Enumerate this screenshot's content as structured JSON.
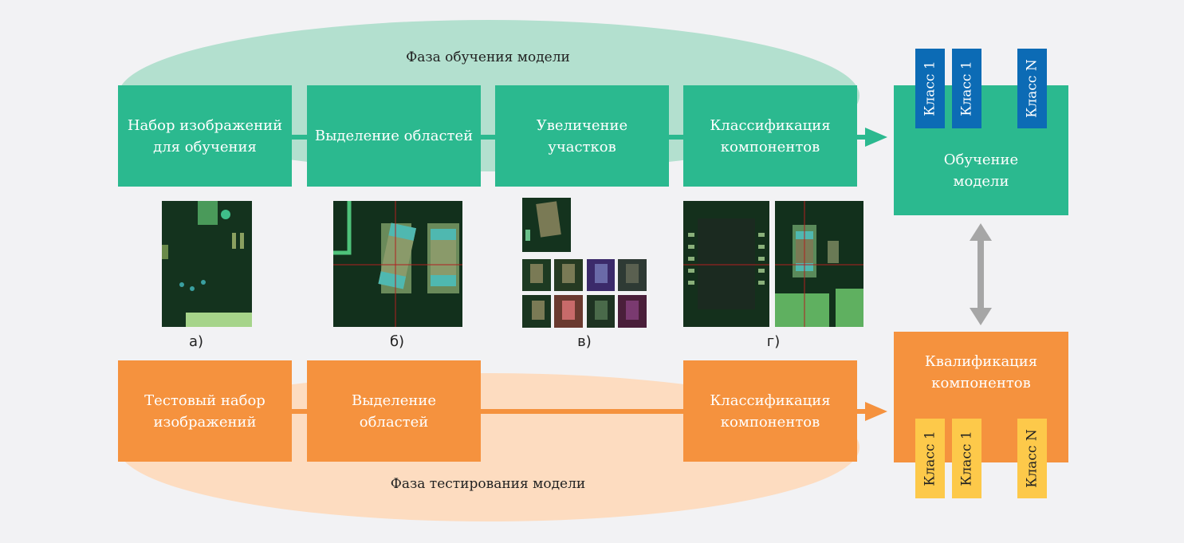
{
  "colors": {
    "train": "#2bb98f",
    "train_phase": "#b3e0cf",
    "test": "#f5923e",
    "test_phase": "#fddcc0",
    "class_train": "#0c6bb5",
    "class_test": "#fdc94a",
    "link": "#a6a6a6"
  },
  "training": {
    "phase_label": "Фаза обучения модели",
    "steps": [
      "Набор изображений для обучения",
      "Выделение областей",
      "Увеличение участков",
      "Классификация компонентов"
    ],
    "result": "Обучение модели",
    "classes": [
      "Класс 1",
      "Класс 1",
      "Класс N"
    ]
  },
  "testing": {
    "phase_label": "Фаза тестирования модели",
    "steps": [
      "Тестовый набор изображений",
      "Выделение областей",
      "Классификация компонентов"
    ],
    "result": "Квалификация компонентов",
    "classes": [
      "Класс 1",
      "Класс 1",
      "Класс N"
    ]
  },
  "captions": [
    "а)",
    "б)",
    "в)",
    "г)"
  ]
}
